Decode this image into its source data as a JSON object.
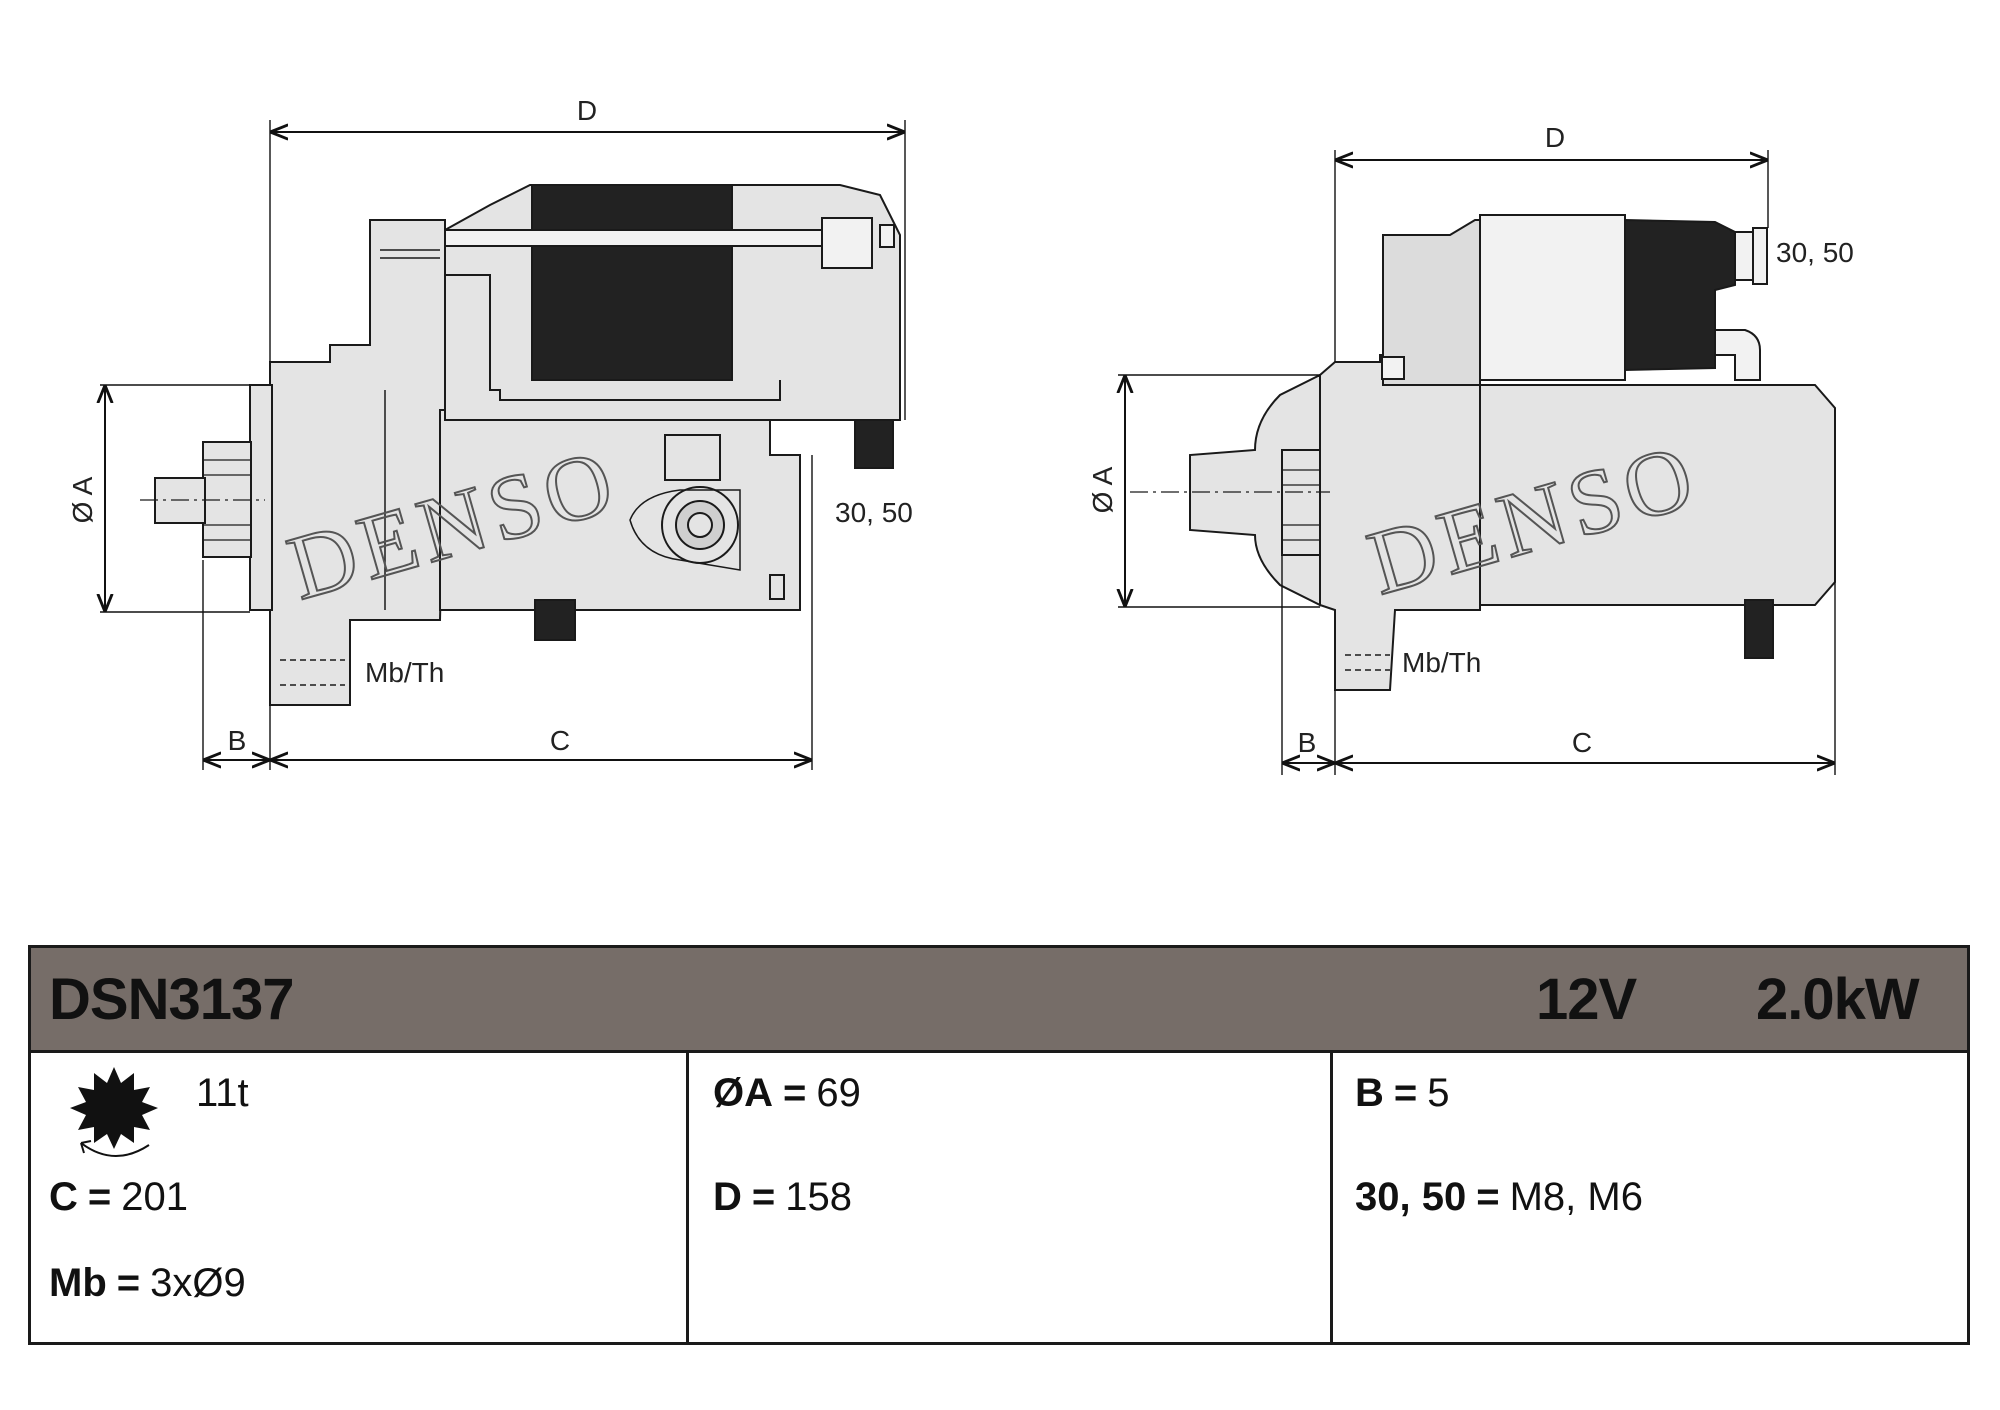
{
  "drawing": {
    "left_view": {
      "dim_d": "D",
      "dim_a": "Ø A",
      "dim_b": "B",
      "dim_c": "C",
      "terminal_label": "30, 50",
      "mount_label": "Mb/Th",
      "watermark": "DENSO"
    },
    "right_view": {
      "dim_d": "D",
      "dim_a": "Ø A",
      "dim_b": "B",
      "dim_c": "C",
      "terminal_label": "30, 50",
      "mount_label": "Mb/Th",
      "watermark": "DENSO"
    }
  },
  "spec": {
    "part_number": "DSN3137",
    "voltage": "12V",
    "power": "2.0kW",
    "teeth_icon": "pinion-gear-icon",
    "teeth": "11t",
    "c_key": "C",
    "c_value": "201",
    "mb_key": "Mb",
    "mb_value": "3xØ9",
    "a_key": "ØA",
    "a_value": "69",
    "d_key": "D",
    "d_value": "158",
    "b_key": "B",
    "b_value": "5",
    "term_key": "30, 50",
    "term_value": "M8, M6",
    "equals": "="
  },
  "colors": {
    "header_bg": "#766d68",
    "body_fill": "#e4e4e4",
    "dark_part": "#222222",
    "line": "#1a1a1a"
  }
}
